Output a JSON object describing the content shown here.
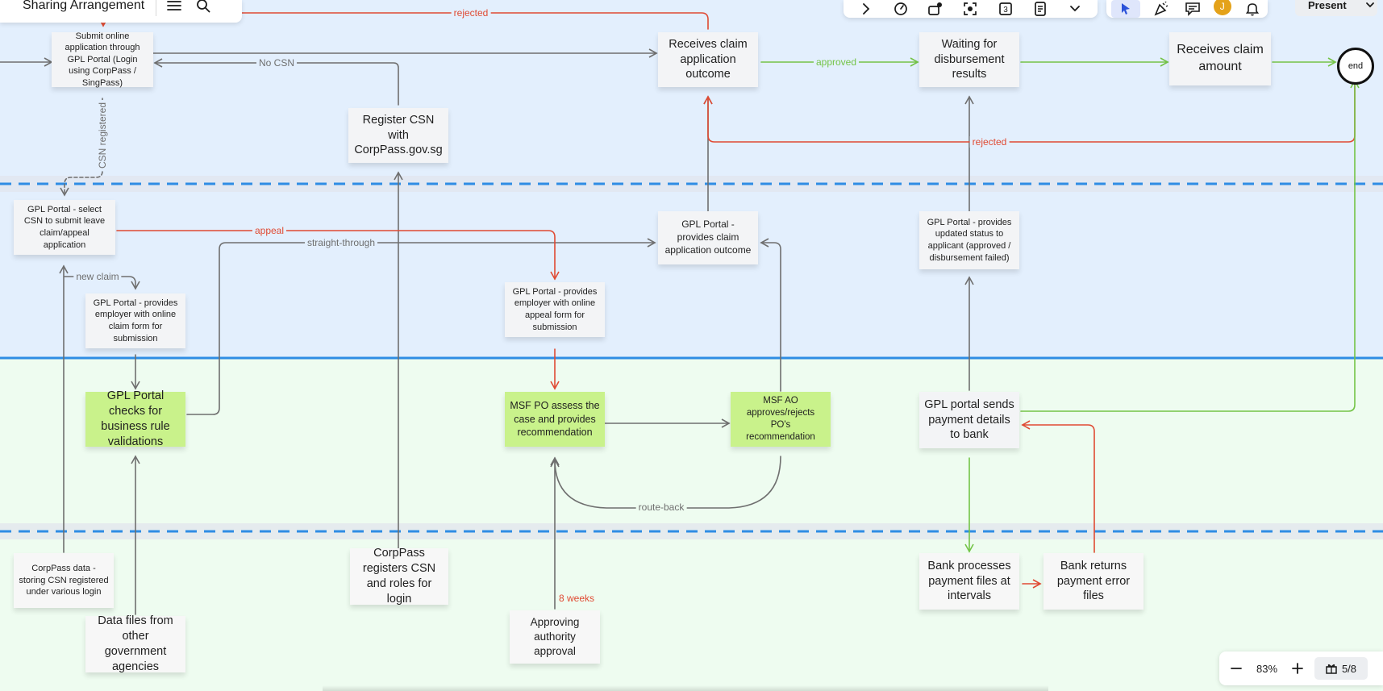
{
  "board": {
    "title": "Sharing Arrangement",
    "colors": {
      "lane_top": "#e3effd",
      "lane_bottom": "#eefcf0",
      "dash_line": "#2f8de4",
      "lane_divider": "#2f8de4",
      "green_sticky": "#c9f28b",
      "arrow_red": "#e04a33",
      "arrow_green": "#74c447",
      "arrow_grey": "#6f6f6f"
    }
  },
  "toolbar": {
    "icons": [
      "chevron-right-icon",
      "timer-icon",
      "shapes-icon",
      "capture-icon",
      "counter-icon",
      "notes-icon",
      "chevron-down-icon"
    ],
    "counter_value": "3"
  },
  "collab": {
    "icons": [
      "select-arrow-icon",
      "celebrate-icon",
      "comments-icon",
      "avatar",
      "bell-icon"
    ],
    "avatar_initial": "J",
    "present_label": "Present"
  },
  "zoom": {
    "level": "83%",
    "frames": "5/8"
  },
  "notes": {
    "submit": "Submit online application through GPL Portal (Login using CorpPass / SingPass)",
    "register_csn": "Register CSN with CorpPass.gov.sg",
    "receives_outcome": "Receives claim application outcome",
    "waiting_disbursement": "Waiting for disbursement results",
    "receives_amount": "Receives claim amount",
    "end": "end",
    "select_csn": "GPL Portal - select CSN to submit leave claim/appeal application",
    "provides_outcome": "GPL Portal - provides claim application outcome",
    "updated_status": "GPL Portal - provides updated status to applicant (approved / disbursement failed)",
    "online_claim_form": "GPL Portal - provides employer with online claim form for submission",
    "online_appeal_form": "GPL Portal - provides employer with online appeal form for submission",
    "business_rules": "GPL Portal checks for business rule validations",
    "po_assess": "MSF PO assess the case and provides recommendation",
    "ao_approves": "MSF AO approves/rejects PO's recommendation",
    "sends_payment": "GPL portal sends payment details to bank",
    "corppass_data": "CorpPass data - storing CSN registered under various login",
    "data_files": "Data files from other government agencies",
    "corppass_registers": "CorpPass registers CSN and roles for login",
    "approving_authority": "Approving authority approval",
    "bank_processes": "Bank processes payment files at intervals",
    "bank_returns": "Bank returns payment error files"
  },
  "connectors": {
    "rejected_top": "rejected",
    "no_csn": "No CSN",
    "approved": "approved",
    "rejected_right": "rejected",
    "csn_registered": "CSN registered",
    "appeal": "appeal",
    "straight_through": "straight-through",
    "new_claim": "new claim",
    "route_back": "route-back",
    "eight_weeks": "8 weeks"
  }
}
